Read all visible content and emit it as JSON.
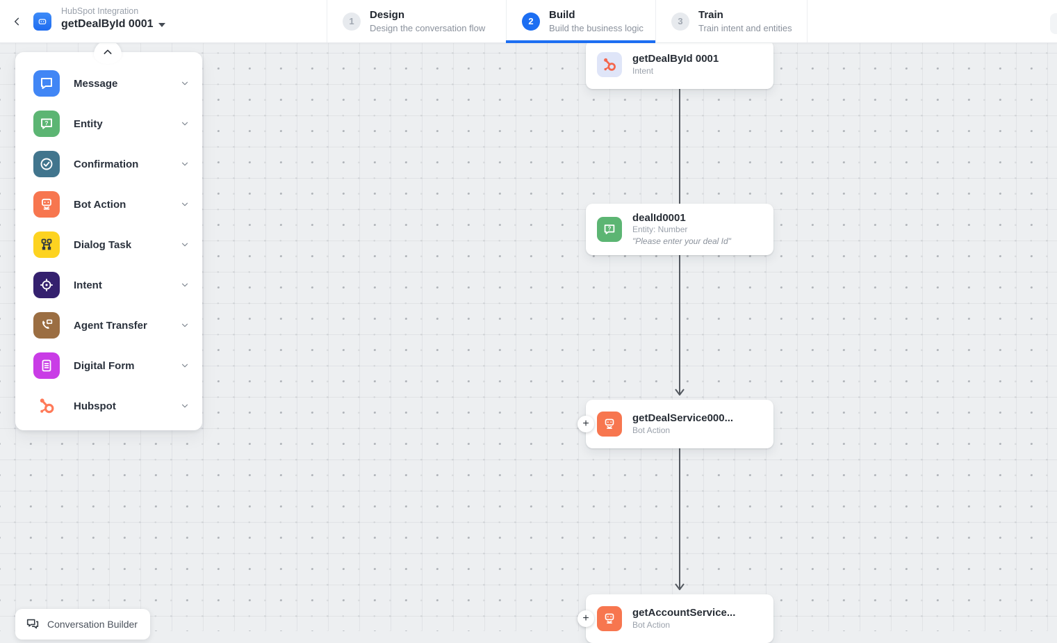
{
  "header": {
    "breadcrumb": "HubSpot Integration",
    "title": "getDealById 0001",
    "active_step": "Build",
    "steps": [
      {
        "number": "1",
        "label": "Design",
        "description": "Design the conversation flow"
      },
      {
        "number": "2",
        "label": "Build",
        "description": "Build the business logic"
      },
      {
        "number": "3",
        "label": "Train",
        "description": "Train intent and entities"
      }
    ]
  },
  "sidebar": {
    "items": [
      {
        "label": "Message",
        "icon": "message-icon",
        "color": "#4186f5"
      },
      {
        "label": "Entity",
        "icon": "entity-icon",
        "color": "#5cb573"
      },
      {
        "label": "Confirmation",
        "icon": "confirmation-icon",
        "color": "#41758d"
      },
      {
        "label": "Bot Action",
        "icon": "bot-action-icon",
        "color": "#f7764f"
      },
      {
        "label": "Dialog Task",
        "icon": "dialog-task-icon",
        "color": "#fdd320"
      },
      {
        "label": "Intent",
        "icon": "intent-icon",
        "color": "#34206e"
      },
      {
        "label": "Agent Transfer",
        "icon": "agent-transfer-icon",
        "color": "#9b6e42"
      },
      {
        "label": "Digital Form",
        "icon": "digital-form-icon",
        "color": "#c93ce6"
      },
      {
        "label": "Hubspot",
        "icon": "hubspot-icon",
        "color": "#ff7a59"
      }
    ]
  },
  "canvas": {
    "add_node_label": "+",
    "nodes": [
      {
        "title": "getDealById 0001",
        "subtitle": "Intent"
      },
      {
        "title": "dealId0001",
        "subtitle": "Entity: Number",
        "quote": "\"Please enter your deal Id\""
      },
      {
        "title": "getDealService000...",
        "subtitle": "Bot Action"
      },
      {
        "title": "getAccountService...",
        "subtitle": "Bot Action"
      }
    ]
  },
  "footer": {
    "label": "Conversation Builder"
  },
  "colors": {
    "accent_blue": "#1c6ef2",
    "hubspot_orange": "#ff7a59",
    "connector_gray": "#53585f"
  }
}
